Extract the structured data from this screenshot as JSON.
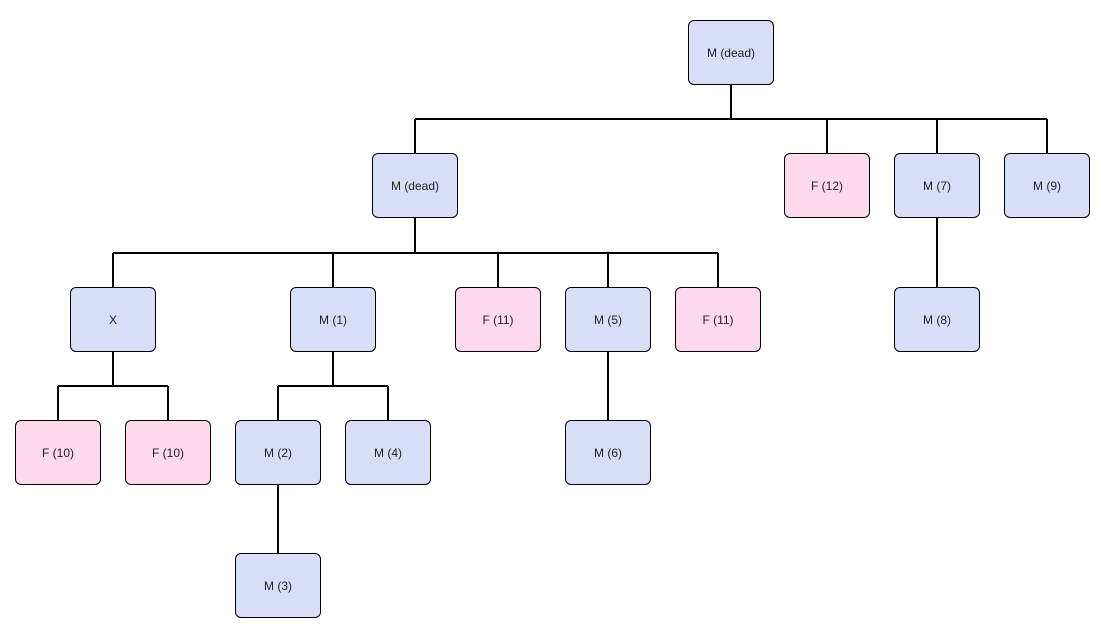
{
  "colors": {
    "male": "#d9def8",
    "female": "#fdd9ec",
    "line": "#000000"
  },
  "nodes": [
    {
      "id": "n_root",
      "label": "M (dead)",
      "sex": "M",
      "parent": null
    },
    {
      "id": "n_b",
      "label": "M (dead)",
      "sex": "M",
      "parent": "n_root"
    },
    {
      "id": "n_f12",
      "label": "F (12)",
      "sex": "F",
      "parent": "n_root"
    },
    {
      "id": "n_m7",
      "label": "M (7)",
      "sex": "M",
      "parent": "n_root"
    },
    {
      "id": "n_m9",
      "label": "M (9)",
      "sex": "M",
      "parent": "n_root"
    },
    {
      "id": "n_x",
      "label": "X",
      "sex": "M",
      "parent": "n_b"
    },
    {
      "id": "n_m1",
      "label": "M (1)",
      "sex": "M",
      "parent": "n_b"
    },
    {
      "id": "n_f11a",
      "label": "F (11)",
      "sex": "F",
      "parent": "n_b"
    },
    {
      "id": "n_m5",
      "label": "M (5)",
      "sex": "M",
      "parent": "n_b"
    },
    {
      "id": "n_f11b",
      "label": "F (11)",
      "sex": "F",
      "parent": "n_b"
    },
    {
      "id": "n_m8",
      "label": "M (8)",
      "sex": "M",
      "parent": "n_m7"
    },
    {
      "id": "n_f10a",
      "label": "F (10)",
      "sex": "F",
      "parent": "n_x"
    },
    {
      "id": "n_f10b",
      "label": "F (10)",
      "sex": "F",
      "parent": "n_x"
    },
    {
      "id": "n_m2",
      "label": "M (2)",
      "sex": "M",
      "parent": "n_m1"
    },
    {
      "id": "n_m4",
      "label": "M (4)",
      "sex": "M",
      "parent": "n_m1"
    },
    {
      "id": "n_m6",
      "label": "M (6)",
      "sex": "M",
      "parent": "n_m5"
    },
    {
      "id": "n_m3",
      "label": "M (3)",
      "sex": "M",
      "parent": "n_m2"
    }
  ]
}
